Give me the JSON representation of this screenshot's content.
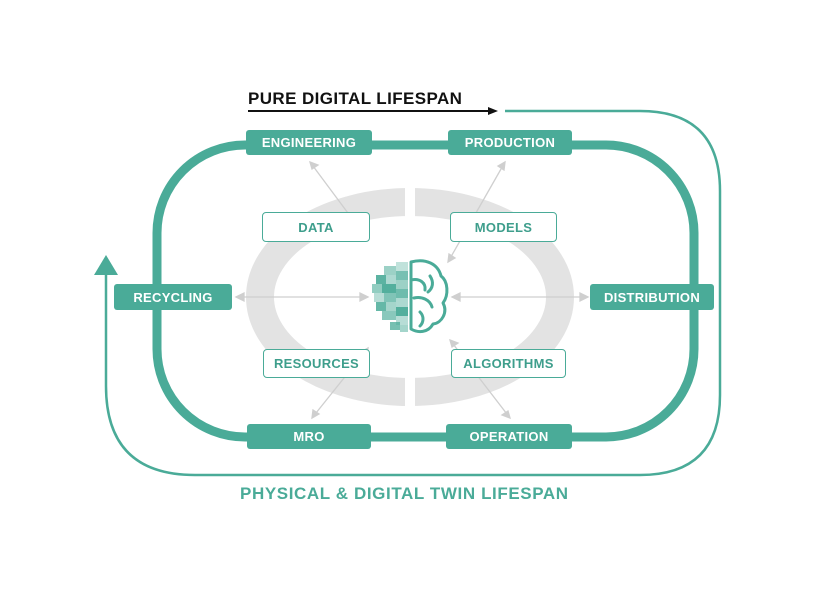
{
  "titles": {
    "top": "PURE DIGITAL LIFESPAN",
    "bottom": "PHYSICAL & DIGITAL TWIN LIFESPAN"
  },
  "stages": {
    "engineering": "ENGINEERING",
    "production": "PRODUCTION",
    "distribution": "DISTRIBUTION",
    "operation": "OPERATION",
    "mro": "MRO",
    "recycling": "RECYCLING"
  },
  "inputs": {
    "data": "DATA",
    "models": "MODELS",
    "resources": "RESOURCES",
    "algorithms": "ALGORITHMS"
  },
  "colors": {
    "accent": "#4aab98",
    "accent_dark": "#3e9e8c",
    "ring_gray": "#e3e3e3",
    "arrow_gray": "#cfcfcf",
    "black": "#111111"
  },
  "icons": {
    "center": "brain-icon"
  }
}
